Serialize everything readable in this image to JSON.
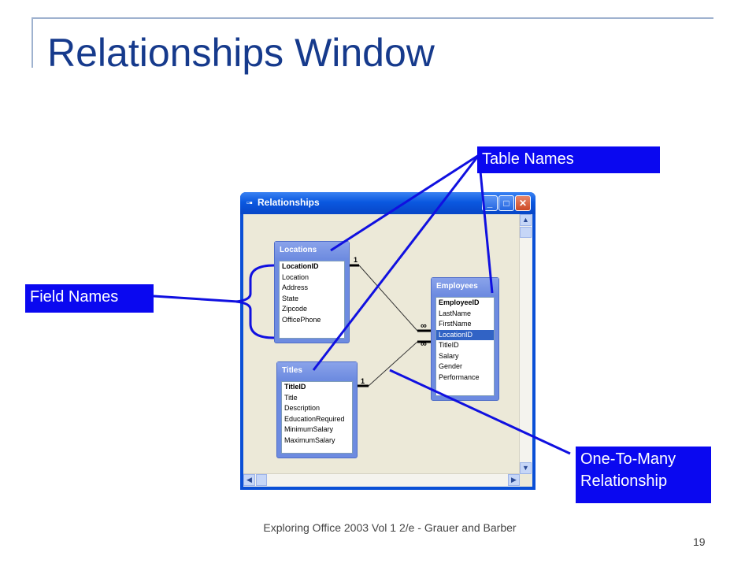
{
  "slide": {
    "title": "Relationships Window",
    "footer": "Exploring Office 2003 Vol 1 2/e - Grauer and Barber",
    "page_number": "19"
  },
  "callouts": {
    "table_names": "Table Names",
    "field_names": "Field Names",
    "one_to_many": "One-To-Many Relationship"
  },
  "window": {
    "title": "Relationships",
    "icon": "relationships-icon",
    "buttons": [
      "minimize-icon",
      "maximize-icon",
      "close-icon"
    ]
  },
  "tables": {
    "locations": {
      "name": "Locations",
      "fields": [
        "LocationID",
        "Location",
        "Address",
        "State",
        "Zipcode",
        "OfficePhone"
      ]
    },
    "titles": {
      "name": "Titles",
      "fields": [
        "TitleID",
        "Title",
        "Description",
        "EducationRequired",
        "MinimumSalary",
        "MaximumSalary"
      ]
    },
    "employees": {
      "name": "Employees",
      "fields": [
        "EmployeeID",
        "LastName",
        "FirstName",
        "LocationID",
        "TitleID",
        "Salary",
        "Gender",
        "Performance"
      ],
      "selected_field": "LocationID"
    }
  },
  "relationship_labels": {
    "one": "1",
    "many": "∞"
  },
  "colors": {
    "callout_bg": "#0a08f0",
    "title_text": "#163a8c",
    "annotation_line": "#1010e0",
    "window_frame": "#0a4fd6"
  }
}
